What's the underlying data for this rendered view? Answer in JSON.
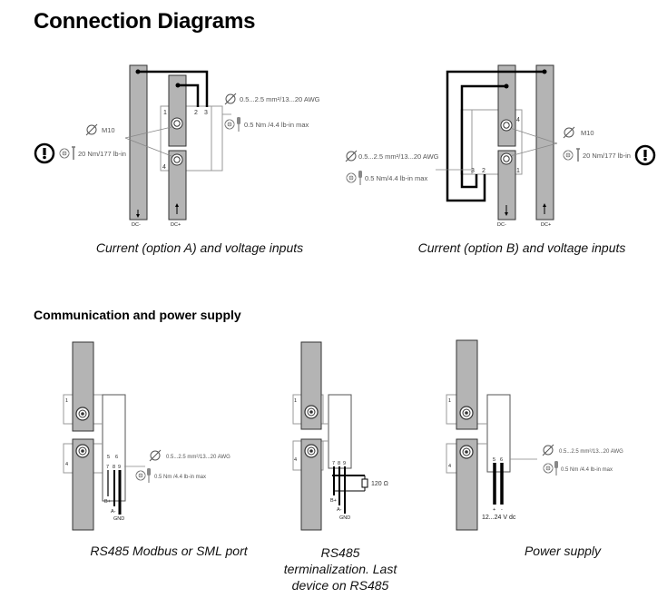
{
  "page_title": "Connection Diagrams",
  "section_title": "Communication and power supply",
  "diagrams": {
    "option_a": {
      "caption": "Current (option A) and voltage inputs",
      "terminals": [
        "1",
        "2",
        "3",
        "4"
      ],
      "bar_labels": [
        "DC-",
        "DC+"
      ],
      "bolt_spec": "M10",
      "bolt_torque": "20 Nm/177 lb-in",
      "wire_spec": "0.5...2.5 mm²/13...20 AWG",
      "wire_torque": "0.5 Nm /4.4 lb-in max"
    },
    "option_b": {
      "caption": "Current (option B) and voltage inputs",
      "terminals": [
        "1",
        "2",
        "3",
        "4"
      ],
      "bar_labels": [
        "DC-",
        "DC+"
      ],
      "bolt_spec": "M10",
      "bolt_torque": "20 Nm/177 lb-in",
      "wire_spec": "0.5...2.5 mm²/13...20 AWG",
      "wire_torque": "0.5 Nm/4.4 lb-in max"
    },
    "rs485": {
      "caption": "RS485 Modbus or SML port",
      "terminals": [
        "1",
        "4",
        "5",
        "6",
        "7",
        "8",
        "9"
      ],
      "wire_labels": [
        "B+",
        "A-",
        "GND"
      ],
      "wire_spec": "0.5...2.5 mm²/13...20 AWG",
      "wire_torque": "0.5 Nm /4.4 lb-in max"
    },
    "termination": {
      "caption_lines": [
        "RS485",
        "terminalization. Last",
        "device on RS485"
      ],
      "terminals": [
        "1",
        "4",
        "7",
        "8",
        "9"
      ],
      "wire_labels": [
        "B+",
        "A-",
        "GND"
      ],
      "resistor": "120 Ω"
    },
    "power": {
      "caption": "Power supply",
      "terminals": [
        "1",
        "4",
        "5",
        "6"
      ],
      "polarity": [
        "+",
        "-"
      ],
      "voltage": "12...24 V dc",
      "wire_spec": "0.5...2.5 mm²/13...20 AWG",
      "wire_torque": "0.5 Nm /4.4 lb-in max"
    }
  },
  "colors": {
    "busbar": "#b4b4b4",
    "wire": "#000000",
    "outline": "#555555",
    "spec_text": "#555555"
  }
}
